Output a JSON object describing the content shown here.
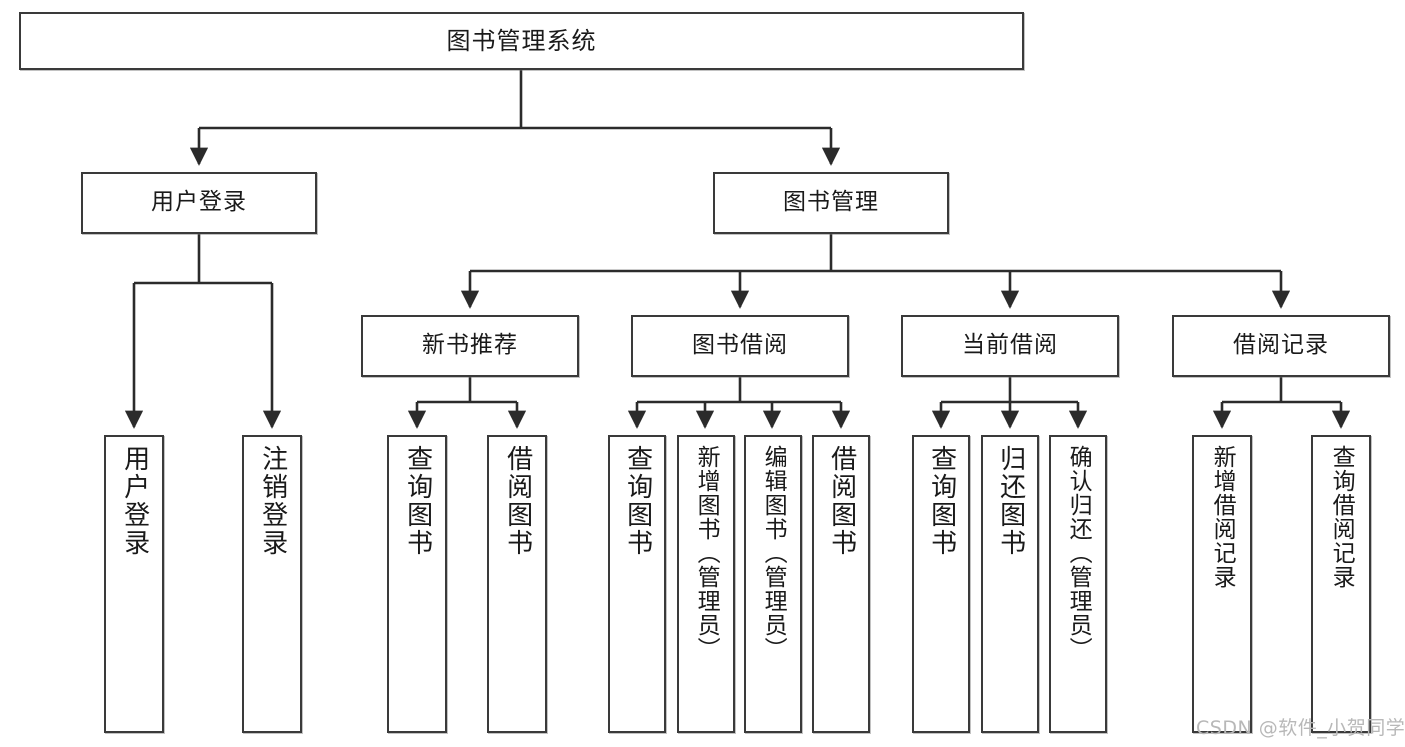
{
  "diagram": {
    "title": "图书管理系统",
    "type": "tree",
    "theme": {
      "background": "#ffffff",
      "box_border": "#3a3a3a",
      "box_fill": "#ffffff",
      "text": "#1a1a1a",
      "connector": "#2b2b2b",
      "watermark": "#b8b8b8"
    },
    "root": {
      "label": "图书管理系统"
    },
    "level2": [
      {
        "id": "user-login",
        "label": "用户登录"
      },
      {
        "id": "book-manage",
        "label": "图书管理"
      }
    ],
    "level3": [
      {
        "id": "new-book-recommend",
        "label": "新书推荐"
      },
      {
        "id": "book-borrow",
        "label": "图书借阅"
      },
      {
        "id": "current-borrow",
        "label": "当前借阅"
      },
      {
        "id": "borrow-record",
        "label": "借阅记录"
      }
    ],
    "leaves": {
      "user_login": [
        {
          "id": "leaf-user-login",
          "label": "用户登录"
        },
        {
          "id": "leaf-logout-login",
          "label": "注销登录"
        }
      ],
      "new_book_recommend": [
        {
          "id": "leaf-query-book-1",
          "label": "查询图书"
        },
        {
          "id": "leaf-borrow-book-1",
          "label": "借阅图书"
        }
      ],
      "book_borrow": [
        {
          "id": "leaf-query-book-2",
          "label": "查询图书"
        },
        {
          "id": "leaf-add-book",
          "label": "新增图书（管理员）"
        },
        {
          "id": "leaf-edit-book",
          "label": "编辑图书（管理员）"
        },
        {
          "id": "leaf-borrow-book-2",
          "label": "借阅图书"
        }
      ],
      "current_borrow": [
        {
          "id": "leaf-query-book-3",
          "label": "查询图书"
        },
        {
          "id": "leaf-return-book",
          "label": "归还图书"
        },
        {
          "id": "leaf-confirm-return",
          "label": "确认归还（管理员）"
        }
      ],
      "borrow_record": [
        {
          "id": "leaf-add-record",
          "label": "新增借阅记录"
        },
        {
          "id": "leaf-query-record",
          "label": "查询借阅记录"
        }
      ]
    },
    "watermark": "CSDN @软件_小贺同学"
  }
}
